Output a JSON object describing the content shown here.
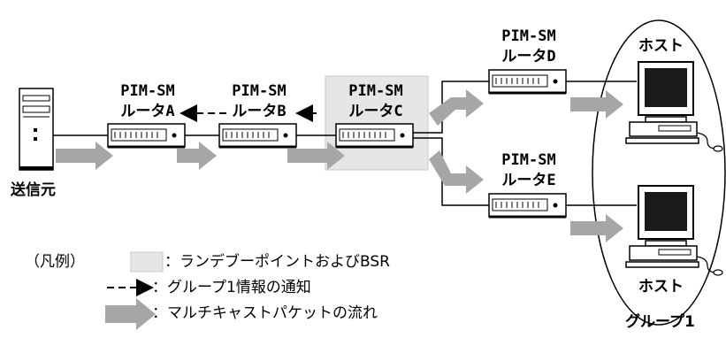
{
  "routers": [
    {
      "id": "A",
      "line1": "PIM-SM",
      "line2": "ルータA"
    },
    {
      "id": "B",
      "line1": "PIM-SM",
      "line2": "ルータB"
    },
    {
      "id": "C",
      "line1": "PIM-SM",
      "line2": "ルータC"
    },
    {
      "id": "D",
      "line1": "PIM-SM",
      "line2": "ルータD"
    },
    {
      "id": "E",
      "line1": "PIM-SM",
      "line2": "ルータE"
    }
  ],
  "source_label": "送信元",
  "host_label_top": "ホスト",
  "host_label_bottom": "ホスト",
  "group_label": "グループ1",
  "legend": {
    "title": "（凡例）",
    "rp_text": "：ランデブーポイントおよびBSR",
    "notify_text": "：グループ1情報の通知",
    "flow_text": "：マルチキャストパケットの流れ"
  },
  "colors": {
    "rp_box": "#e6e6e6",
    "flow_arrow": "#a6a6a6",
    "screen": "#1a1a1a"
  }
}
